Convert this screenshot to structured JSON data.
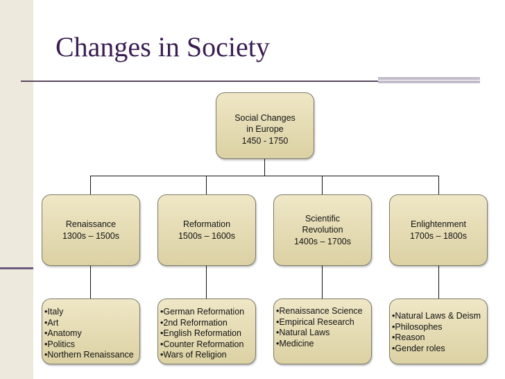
{
  "title": "Changes in Society",
  "root": [
    "Social Changes",
    "in Europe",
    "1450 - 1750"
  ],
  "eras": [
    {
      "lines": [
        "Renaissance",
        "1300s – 1500s"
      ]
    },
    {
      "lines": [
        "Reformation",
        "1500s – 1600s"
      ]
    },
    {
      "lines": [
        "Scientific",
        "Revolution",
        "1400s – 1700s"
      ]
    },
    {
      "lines": [
        "Enlightenment",
        "1700s – 1800s"
      ]
    }
  ],
  "details": [
    {
      "items": [
        "Italy",
        "Art",
        "Anatomy",
        "Politics",
        "Northern Renaissance"
      ]
    },
    {
      "items": [
        "German Reformation",
        "2nd Reformation",
        "English Reformation",
        "Counter Reformation",
        "Wars of Religion"
      ]
    },
    {
      "items": [
        "Renaissance Science",
        "Empirical Research",
        "Natural Laws",
        "Medicine"
      ]
    },
    {
      "items": [
        "Natural Laws & Deism",
        "Philosophes",
        "Reason",
        "Gender roles"
      ]
    }
  ],
  "colors": {
    "title": "#3a1e52",
    "box_fill": "#e6dcb4",
    "box_border": "#7c7a6a",
    "connector": "#111111"
  }
}
